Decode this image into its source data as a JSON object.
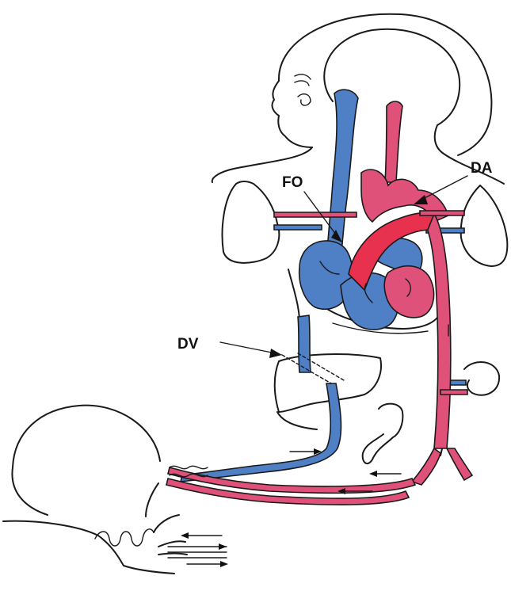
{
  "labels": {
    "fo": "FO",
    "da": "DA",
    "dv": "DV"
  },
  "colors": {
    "venous_blue": "#4f7fc4",
    "arterial_red": "#e0517a",
    "aorta_red": "#e8304f",
    "outline": "#1a1a1a",
    "background": "#ffffff"
  }
}
